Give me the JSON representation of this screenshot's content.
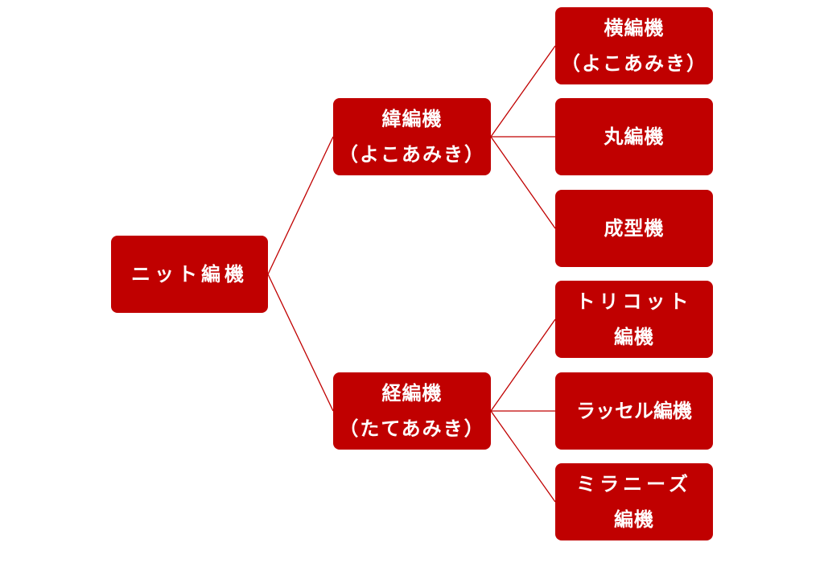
{
  "diagram": {
    "title": "",
    "colors": {
      "node_fill": "#c00000",
      "node_text": "#ffffff",
      "connector": "#c00000",
      "background": "#ffffff"
    },
    "nodes": {
      "root": {
        "label": "ニット編機",
        "sub": ""
      },
      "weft": {
        "label": "緯編機",
        "sub": "（よこあみき）"
      },
      "warp": {
        "label": "経編機",
        "sub": "（たてあみき）"
      },
      "flat": {
        "label": "横編機",
        "sub": "（よこあみき）"
      },
      "circular": {
        "label": "丸編機",
        "sub": ""
      },
      "fully": {
        "label": "成型機",
        "sub": ""
      },
      "tricot": {
        "label": "トリコット",
        "sub": "編機"
      },
      "raschel": {
        "label": "ラッセル編機",
        "sub": ""
      },
      "milanese": {
        "label": "ミラニーズ",
        "sub": "編機"
      }
    },
    "edges": [
      {
        "from": "root",
        "to": "weft"
      },
      {
        "from": "root",
        "to": "warp"
      },
      {
        "from": "weft",
        "to": "flat"
      },
      {
        "from": "weft",
        "to": "circular"
      },
      {
        "from": "weft",
        "to": "fully"
      },
      {
        "from": "warp",
        "to": "tricot"
      },
      {
        "from": "warp",
        "to": "raschel"
      },
      {
        "from": "warp",
        "to": "milanese"
      }
    ]
  }
}
